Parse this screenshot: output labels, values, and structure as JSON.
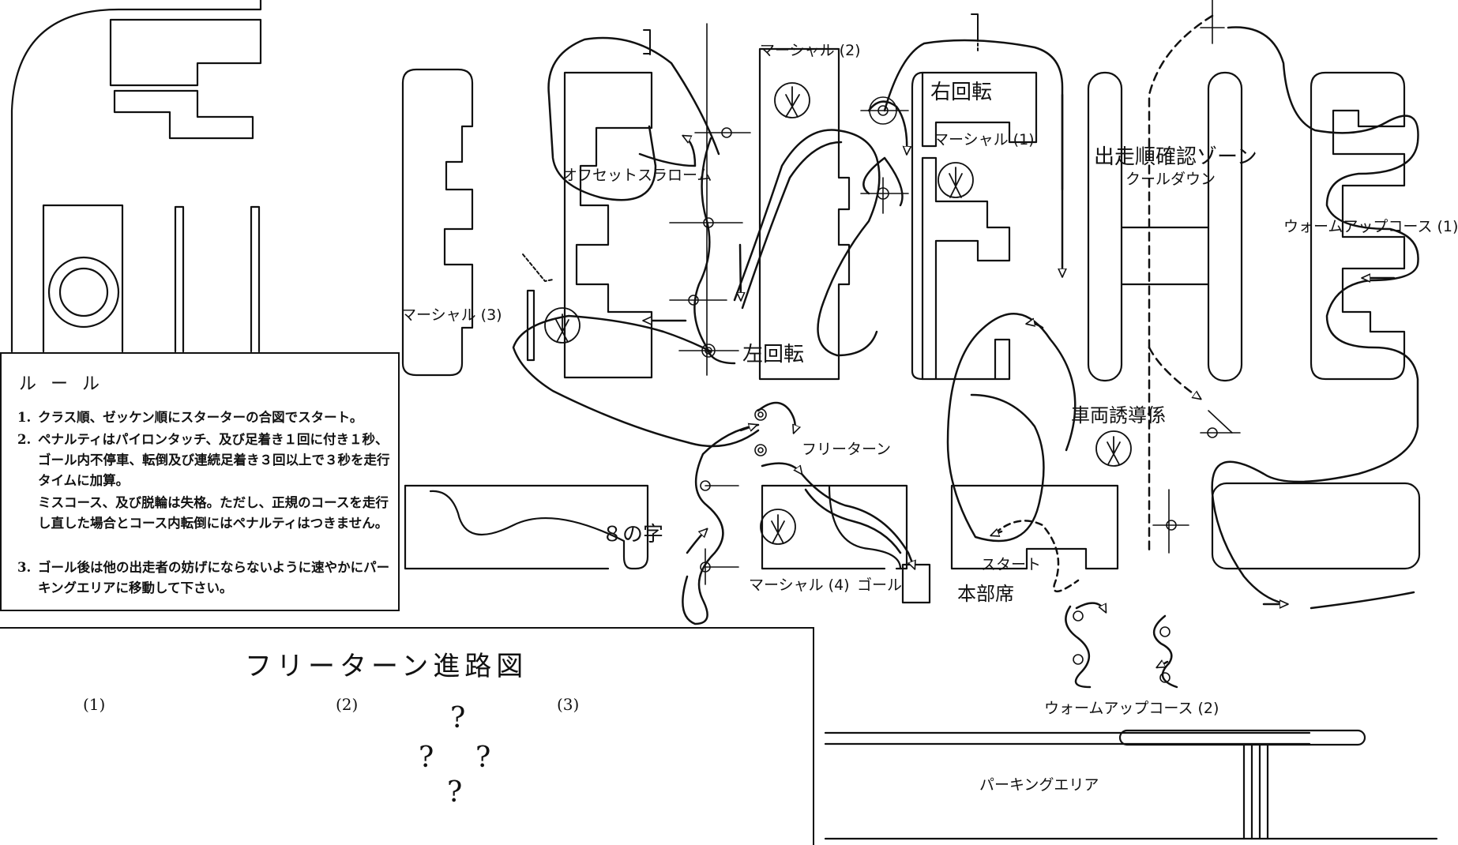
{
  "labels": {
    "marshal1": "マーシャル (1)",
    "marshal2": "マーシャル (2)",
    "marshal3": "マーシャル (3)",
    "marshal4": "マーシャル (4)",
    "offset_slalom": "オフセットスラローム",
    "right_turn": "右回転",
    "left_turn": "左回転",
    "order_zone": "出走順確認ゾーン",
    "cooldown": "クールダウン",
    "warmup1": "ウォームアップコース (1)",
    "warmup2": "ウォームアップコース (2)",
    "vehicle_guide": "車両誘導係",
    "free_turn": "フリーターン",
    "figure8": "８の字",
    "start": "スタート",
    "goal": "ゴール",
    "hq": "本部席",
    "parking": "パーキングエリア"
  },
  "rules": {
    "title": "ルール",
    "items": [
      {
        "num": "1.",
        "text": "クラス順、ゼッケン順にスターターの合図でスタート。"
      },
      {
        "num": "2.",
        "text": "ペナルティはパイロンタッチ、及び足着き１回に付き１秒、ゴール内不停車、転倒及び連続足着き３回以上で３秒を走行タイムに加算。"
      },
      {
        "num": "",
        "text": "ミスコース、及び脱輪は失格。ただし、正規のコースを走行し直した場合とコース内転倒にはペナルティはつきません。"
      },
      {
        "num": "3.",
        "text": "ゴール後は他の出走者の妨げにならないように速やかにパーキングエリアに移動して下さい。"
      }
    ]
  },
  "free_turn_diagram": {
    "title": "フリーターン進路図",
    "cases": [
      "(1)",
      "(2)",
      "(3)"
    ],
    "question_mark": "?"
  },
  "colors": {
    "ink": "#111111",
    "paper": "#ffffff"
  }
}
